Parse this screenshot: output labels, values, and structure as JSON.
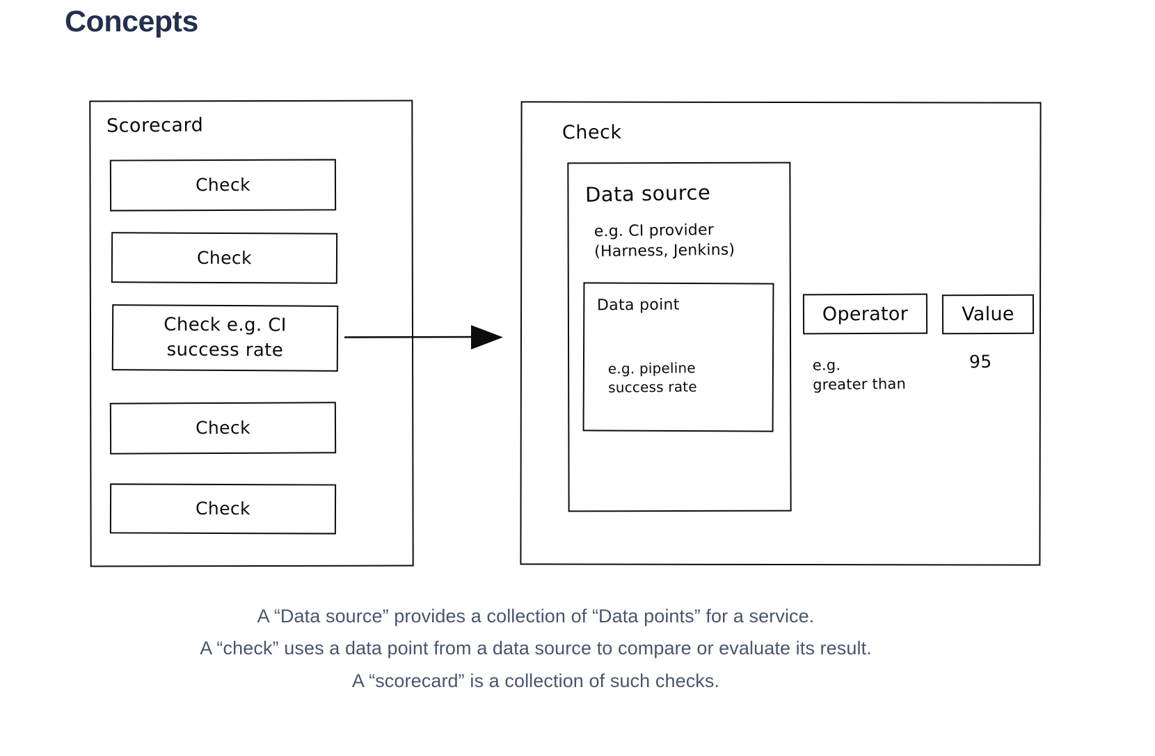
{
  "page": {
    "title": "Concepts",
    "title_color": "#23304f",
    "background": "#ffffff",
    "ink_color": "#0d0d0d",
    "caption_color": "#49556e"
  },
  "scorecard": {
    "label": "Scorecard",
    "checks": [
      {
        "label": "Check",
        "highlighted": false
      },
      {
        "label": "Check",
        "highlighted": false
      },
      {
        "label": "Check e.g. CI\nsuccess rate",
        "highlighted": true
      },
      {
        "label": "Check",
        "highlighted": false
      },
      {
        "label": "Check",
        "highlighted": false
      }
    ]
  },
  "arrow": {
    "name": "expands-to-arrow",
    "direction": "right"
  },
  "check_detail": {
    "label": "Check",
    "data_source": {
      "title": "Data source",
      "example": "e.g. CI provider\n(Harness, Jenkins)",
      "data_point": {
        "title": "Data point",
        "example": "e.g. pipeline\nsuccess rate"
      }
    },
    "operator": {
      "label": "Operator",
      "example": "e.g.\ngreater than"
    },
    "value": {
      "label": "Value",
      "example": "95"
    }
  },
  "caption": {
    "lines": [
      "A “Data source” provides a collection of “Data points” for a service.",
      "A “check” uses a data point from a data source to compare or evaluate its result.",
      "A “scorecard” is a collection of such checks."
    ]
  }
}
